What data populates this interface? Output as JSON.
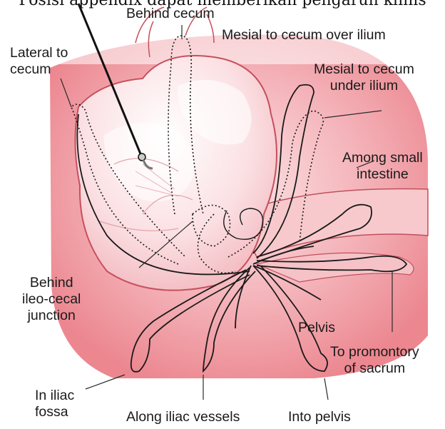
{
  "caption": "Posisi appendix dapat memberikan pengaruh klinis",
  "labels": {
    "behind_cecum": "Behind cecum",
    "mesial_over_ilium": "Mesial to cecum over ilium",
    "lateral_to_cecum": [
      "Lateral to",
      "cecum"
    ],
    "mesial_under_ilium": [
      "Mesial to cecum",
      "under ilium"
    ],
    "among_small_intestine": [
      "Among small",
      "intestine"
    ],
    "behind_ileocecal": [
      "Behind",
      "ileo-cecal",
      "junction"
    ],
    "pelvis": "Pelvis",
    "to_promontory": [
      "To promontory",
      "of sacrum"
    ],
    "in_iliac_fossa": [
      "In iliac",
      "fossa"
    ],
    "along_iliac_vessels": "Along iliac vessels",
    "into_pelvis": "Into pelvis"
  },
  "colors": {
    "background_pink": "#ef8f98",
    "cecum_light": "#fbe2e4",
    "outline": "#1a1a1a"
  }
}
